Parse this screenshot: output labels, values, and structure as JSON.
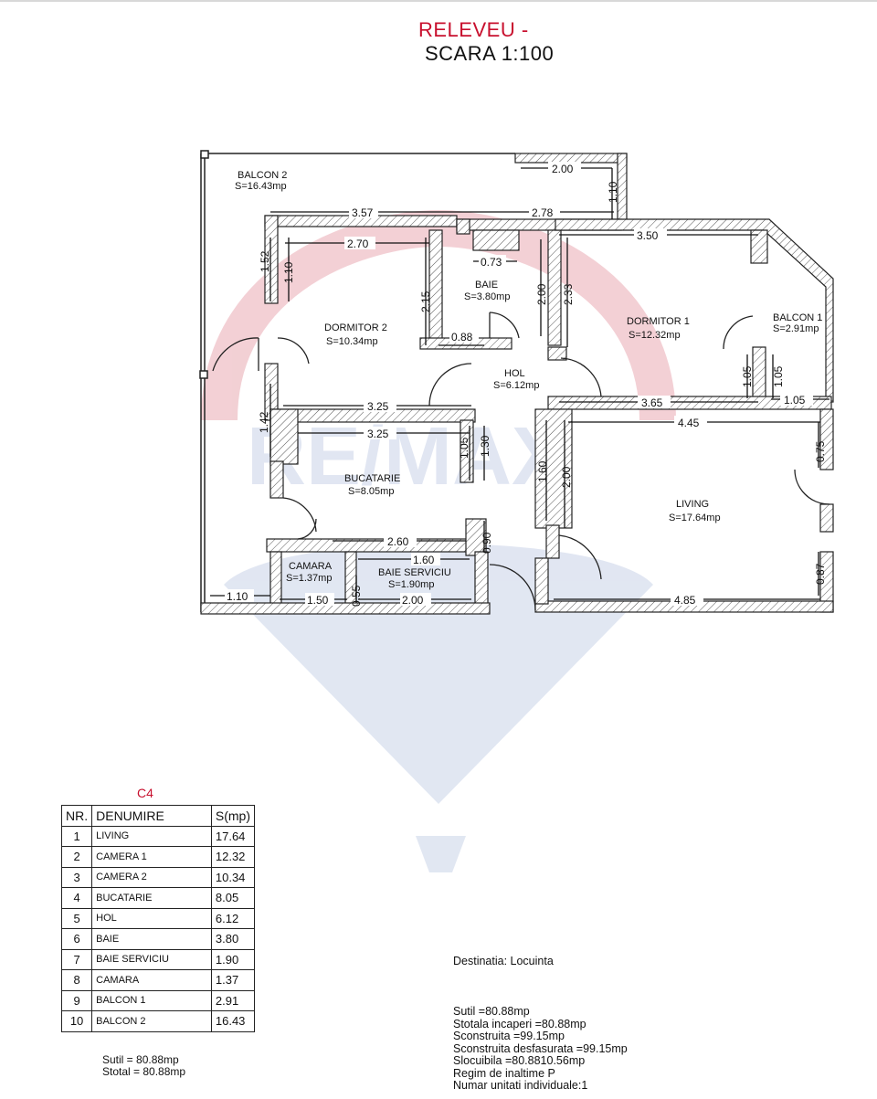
{
  "header": {
    "title": "RELEVEU -",
    "scale": "SCARA 1:100"
  },
  "watermark": {
    "text": "RE/MAX"
  },
  "colors": {
    "title": "#c8102e",
    "watermark_red": "#e8a0a8",
    "watermark_blue": "#a9b8d8"
  },
  "rooms": {
    "balcon2": {
      "name": "BALCON 2",
      "area": "S=16.43mp"
    },
    "dormitor2": {
      "name": "DORMITOR 2",
      "area": "S=10.34mp"
    },
    "baie": {
      "name": "BAIE",
      "area": "S=3.80mp"
    },
    "dormitor1": {
      "name": "DORMITOR 1",
      "area": "S=12.32mp"
    },
    "balcon1": {
      "name": "BALCON 1",
      "area": "S=2.91mp"
    },
    "hol": {
      "name": "HOL",
      "area": "S=6.12mp"
    },
    "bucatarie": {
      "name": "BUCATARIE",
      "area": "S=8.05mp"
    },
    "living": {
      "name": "LIVING",
      "area": "S=17.64mp"
    },
    "camara": {
      "name": "CAMARA",
      "area": "S=1.37mp"
    },
    "baie_serviciu": {
      "name": "BAIE SERVICIU",
      "area": "S=1.90mp"
    }
  },
  "dims": {
    "d200_top": "2.00",
    "d110_top": "1.10",
    "d357": "3.57",
    "d278": "2.78",
    "d270": "2.70",
    "d152": "1.52",
    "d110_left": "1.10",
    "d215": "2.15",
    "d073": "0.73",
    "d200_baie": "2.00",
    "d233": "2.33",
    "d088": "0.88",
    "d350": "3.50",
    "d105_a": "1.05",
    "d105_b": "1.05",
    "d105_c": "1.05",
    "d365": "3.65",
    "d325_a": "3.25",
    "d142": "1.42",
    "d325_b": "3.25",
    "d105_d": "1.05",
    "d130": "1.30",
    "d160": "1.60",
    "d200_liv": "2.00",
    "d445": "4.45",
    "d075": "0.75",
    "d087": "0.87",
    "d260": "2.60",
    "d090": "0.90",
    "d160_b": "1.60",
    "d110_bottom": "1.10",
    "d150": "1.50",
    "d055": "0.55",
    "d200_bottom": "2.00",
    "d485": "4.85"
  },
  "table": {
    "code": "C4",
    "headers": [
      "NR.",
      "DENUMIRE",
      "S(mp)"
    ],
    "rows": [
      {
        "nr": "1",
        "name": "LIVING",
        "area": "17.64"
      },
      {
        "nr": "2",
        "name": "CAMERA 1",
        "area": "12.32"
      },
      {
        "nr": "3",
        "name": "CAMERA 2",
        "area": "10.34"
      },
      {
        "nr": "4",
        "name": "BUCATARIE",
        "area": "8.05"
      },
      {
        "nr": "5",
        "name": "HOL",
        "area": "6.12"
      },
      {
        "nr": "6",
        "name": "BAIE",
        "area": "3.80"
      },
      {
        "nr": "7",
        "name": "BAIE SERVICIU",
        "area": "1.90"
      },
      {
        "nr": "8",
        "name": "CAMARA",
        "area": "1.37"
      },
      {
        "nr": "9",
        "name": "BALCON 1",
        "area": "2.91"
      },
      {
        "nr": "10",
        "name": "BALCON 2",
        "area": "16.43"
      }
    ],
    "sutil": "Sutil = 80.88mp",
    "stotal": "Stotal = 80.88mp"
  },
  "destination": "Destinatia: Locuinta",
  "summary": [
    "Sutil  =80.88mp",
    "Stotala incaperi =80.88mp",
    "Sconstruita =99.15mp",
    "Sconstruita desfasurata =99.15mp",
    "Slocuibila  =80.8810.56mp",
    "Regim de inaltime P",
    "Numar unitati individuale:1"
  ]
}
